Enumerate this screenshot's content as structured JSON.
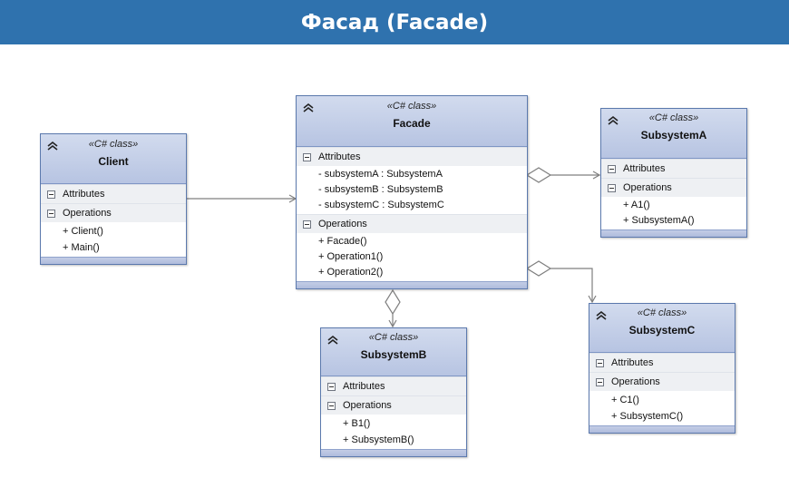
{
  "page": {
    "title": "Фасад (Facade)"
  },
  "stereotype": "«C# class»",
  "labels": {
    "attributes": "Attributes",
    "operations": "Operations"
  },
  "classes": {
    "client": {
      "name": "Client",
      "attributes": [],
      "operations": [
        "+ Client()",
        "+ Main()"
      ]
    },
    "facade": {
      "name": "Facade",
      "attributes": [
        "- subsystemA : SubsystemA",
        "- subsystemB : SubsystemB",
        "- subsystemC : SubsystemC"
      ],
      "operations": [
        "+ Facade()",
        "+ Operation1()",
        "+ Operation2()"
      ]
    },
    "subsystemA": {
      "name": "SubsystemA",
      "attributes": [],
      "operations": [
        "+ A1()",
        "+ SubsystemA()"
      ]
    },
    "subsystemB": {
      "name": "SubsystemB",
      "attributes": [],
      "operations": [
        "+ B1()",
        "+ SubsystemB()"
      ]
    },
    "subsystemC": {
      "name": "SubsystemC",
      "attributes": [],
      "operations": [
        "+ C1()",
        "+ SubsystemC()"
      ]
    }
  },
  "colors": {
    "title_bar": "#2f72ae",
    "class_border": "#5b79ad",
    "class_header": "#c3cde6",
    "connector": "#7f7f7f"
  }
}
